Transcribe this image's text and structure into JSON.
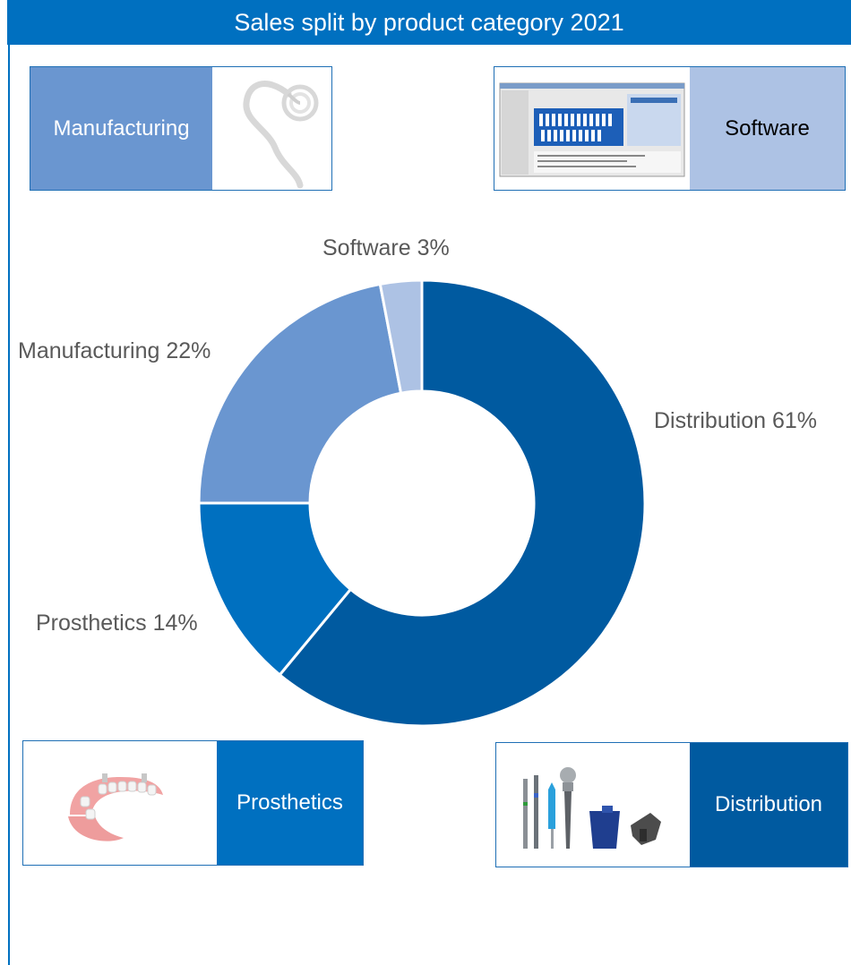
{
  "header": {
    "title": "Sales split by product category 2021"
  },
  "colors": {
    "header_bg": "#0070c0",
    "distribution": "#005aa0",
    "prosthetics": "#0070c0",
    "manufacturing": "#6a96d0",
    "software": "#adc2e4"
  },
  "cards": {
    "manufacturing": {
      "label": "Manufacturing",
      "icon": "tubing-image"
    },
    "software": {
      "label": "Software",
      "icon": "software-screenshot-image"
    },
    "prosthetics": {
      "label": "Prosthetics",
      "icon": "denture-image"
    },
    "distribution": {
      "label": "Distribution",
      "icon": "dental-instruments-image"
    }
  },
  "chart_data": {
    "type": "pie",
    "donut": true,
    "title": "Sales split by product category 2021",
    "categories": [
      "Distribution",
      "Prosthetics",
      "Manufacturing",
      "Software"
    ],
    "values": [
      61,
      14,
      22,
      3
    ],
    "unit": "%",
    "labels": [
      "Distribution 61%",
      "Prosthetics 14%",
      "Manufacturing 22%",
      "Software 3%"
    ],
    "colors": [
      "#005aa0",
      "#0070c0",
      "#6a96d0",
      "#adc2e4"
    ],
    "legend": "none"
  }
}
